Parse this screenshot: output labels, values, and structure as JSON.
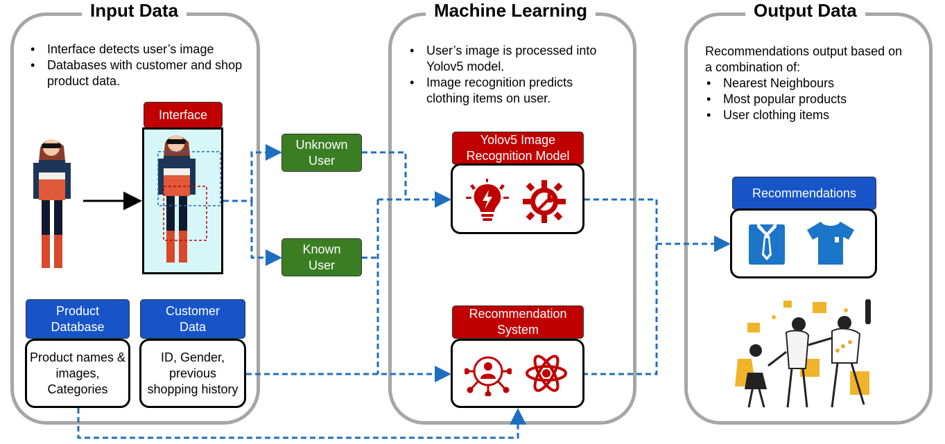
{
  "input_panel": {
    "title": "Input Data",
    "bullets": [
      "Interface detects user’s image",
      "Databases with customer and shop product data."
    ],
    "interface_label": "Interface",
    "product_db": {
      "header": "Product Database",
      "body": "Product names & images, Categories"
    },
    "customer_data": {
      "header": "Customer Data",
      "body": "ID, Gender, previous shopping history"
    }
  },
  "users": {
    "unknown": "Unknown User",
    "known": "Known User"
  },
  "ml_panel": {
    "title": "Machine Learning",
    "bullets": [
      "User’s image is processed into Yolov5 model.",
      "Image recognition predicts clothing items on user."
    ],
    "yolo_header": "Yolov5 Image Recognition Model",
    "rec_header": "Recommendation System"
  },
  "output_panel": {
    "title": "Output Data",
    "intro": "Recommendations output based on a combination of:",
    "bullets": [
      "Nearest Neighbours",
      "Most popular products",
      "User clothing items"
    ],
    "rec_label": "Recommendations"
  },
  "colors": {
    "red": "#c00000",
    "blue": "#1654c8",
    "green": "#3a7d22",
    "line": "#1f6fbf",
    "panel_border": "#a6a6a6"
  },
  "icons": [
    "woman-figure-icon",
    "lightbulb-icon",
    "gear-wrench-icon",
    "user-network-icon",
    "atom-icon",
    "shirt-tie-icon",
    "tshirt-icon",
    "celebration-illustration"
  ]
}
